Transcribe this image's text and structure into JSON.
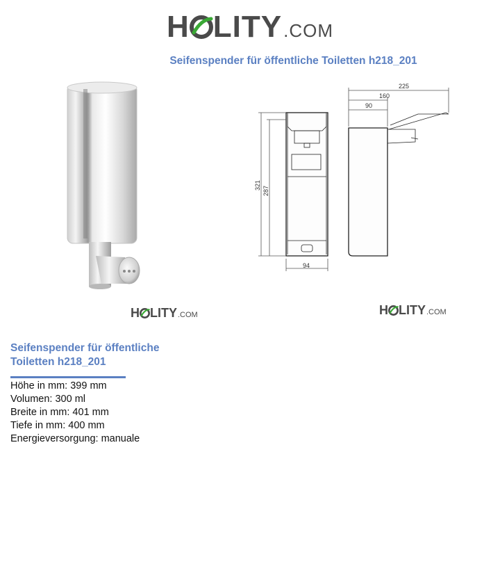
{
  "brand": {
    "logo_h": "H",
    "logo_rest": "LITY",
    "logo_com": ".COM",
    "colors": {
      "accent_blue": "#5b80c2",
      "logo_gray": "#4a4a4a",
      "logo_green": "#3aa935"
    }
  },
  "page_title": "Seifenspender für öffentliche Toiletten h218_201",
  "drawing": {
    "dim_225": "225",
    "dim_160": "160",
    "dim_90": "90",
    "dim_321": "321",
    "dim_287": "287",
    "dim_94": "94"
  },
  "product": {
    "title_line1": "Seifenspender für öffentliche",
    "title_line2": "Toiletten h218_201",
    "specs": [
      "Höhe in mm: 399 mm",
      "Volumen: 300 ml",
      "Breite in mm: 401 mm",
      "Tiefe in mm: 400 mm",
      "Energieversorgung: manuale"
    ]
  }
}
